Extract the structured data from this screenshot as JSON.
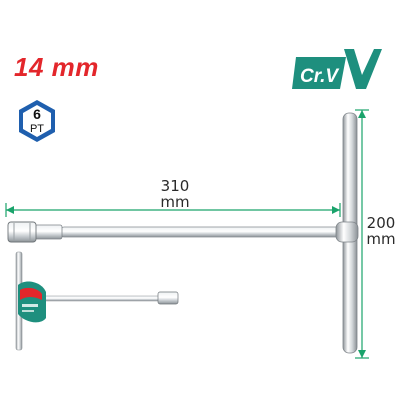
{
  "product": {
    "size_label": "14 mm",
    "points_number": "6",
    "points_unit": "PT",
    "material_badge": "Cr.V"
  },
  "dimensions": {
    "length_value": "310",
    "length_unit": "mm",
    "height_value": "200",
    "height_unit": "mm"
  },
  "colors": {
    "accent_red": "#e3262b",
    "badge_blue": "#1f5fae",
    "crv_green": "#1e8f7e",
    "dimension_green": "#1aa36b"
  },
  "icons": {
    "points": "hexagon-icon",
    "material": "crv-badge-icon"
  }
}
